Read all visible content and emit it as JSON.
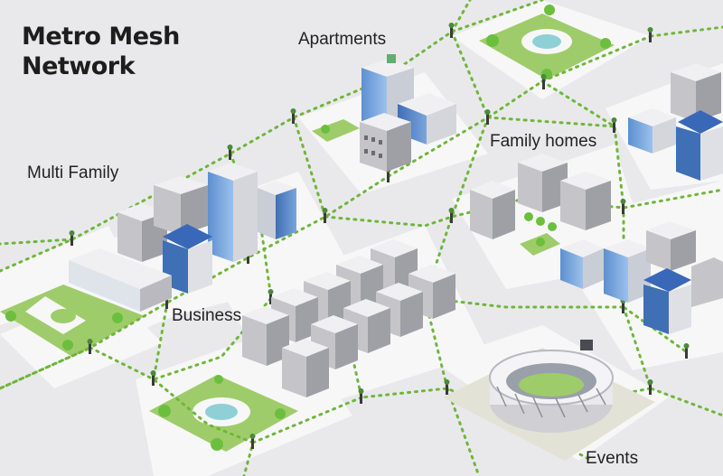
{
  "title": {
    "line1": "Metro Mesh",
    "line2": "Network"
  },
  "districts": {
    "apartments": "Apartments",
    "family_homes": "Family homes",
    "multi_family": "Multi Family",
    "business": "Business",
    "events": "Events"
  },
  "colors": {
    "background": "#e9e9eb",
    "block": "#f7f7f8",
    "park_green": "#9fcc6a",
    "tree_green": "#6cbf3e",
    "mesh_link": "#6fb63a",
    "pond": "#8fd0d6",
    "building_light": "#f0f0f2",
    "building_shade": "#b9b9bf",
    "glass_blue": "#6f9fd8",
    "solar_blue": "#3a68b8"
  },
  "icons": {
    "node": "mesh-node-icon",
    "tree": "tree-icon",
    "solar": "solar-panel-icon",
    "stadium": "stadium-icon"
  }
}
